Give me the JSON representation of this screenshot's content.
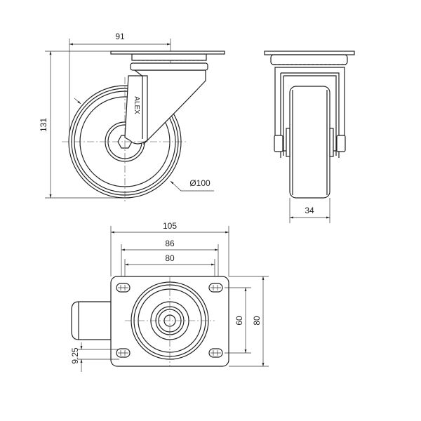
{
  "drawing": {
    "side_view": {
      "width_dim": "91",
      "height_dim": "131",
      "diameter_dim": "Ø100",
      "brand_mark": "ALEX"
    },
    "front_view": {
      "wheel_width_dim": "34"
    },
    "top_view": {
      "plate_width_dim": "105",
      "hole_spacing_outer_dim": "86",
      "hole_spacing_inner_dim": "80",
      "hole_spacing_vertical_dim": "60",
      "plate_height_dim": "80",
      "offset_dim": "9.25"
    }
  },
  "colors": {
    "line": "#222222",
    "background": "#ffffff"
  }
}
